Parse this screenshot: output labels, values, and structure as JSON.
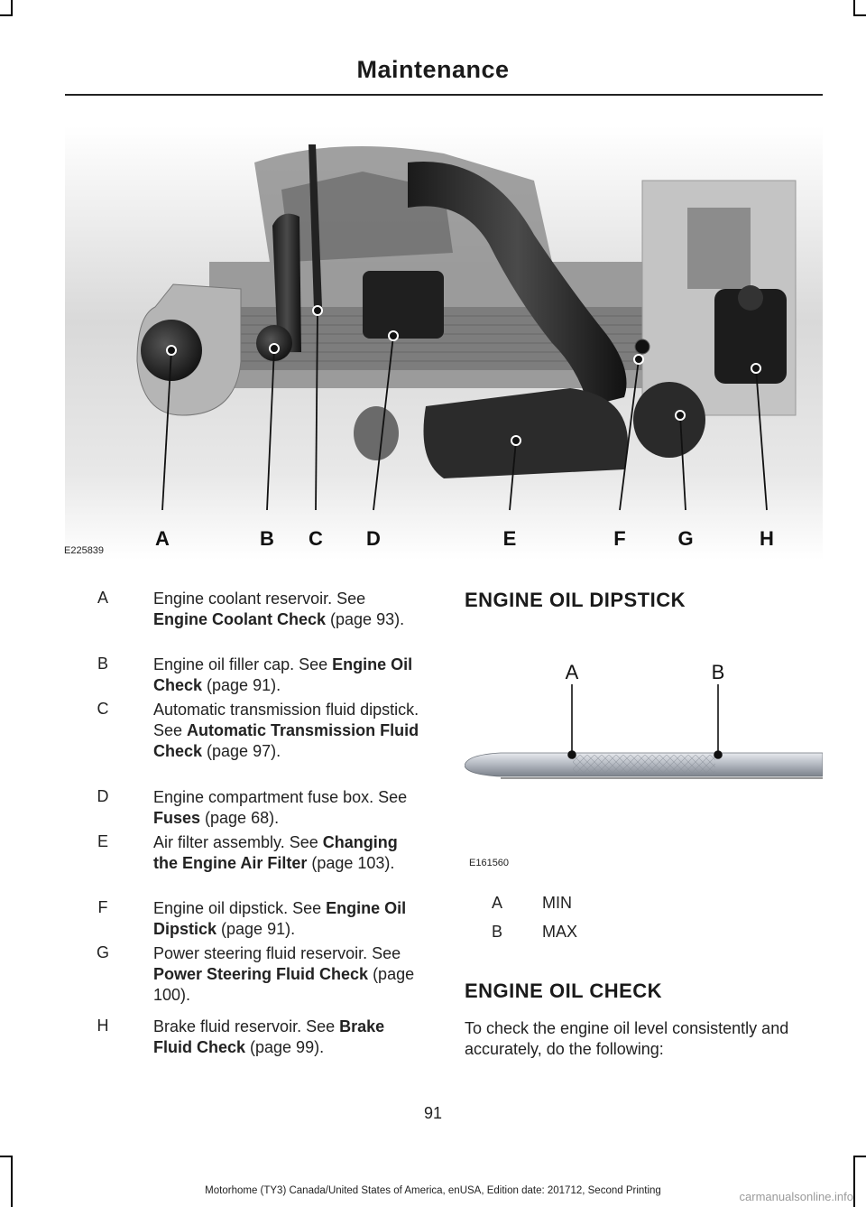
{
  "header": {
    "title": "Maintenance"
  },
  "engine_figure": {
    "code": "E225839",
    "callouts": [
      "A",
      "B",
      "C",
      "D",
      "E",
      "F",
      "G",
      "H"
    ]
  },
  "legend": [
    {
      "key": "A",
      "pre": "Engine coolant reservoir.  See ",
      "ref": "Engine Coolant Check",
      "post": " (page 93)."
    },
    {
      "key": "B",
      "pre": "Engine oil filler cap.  See ",
      "ref": "Engine Oil Check",
      "post": " (page 91)."
    },
    {
      "key": "C",
      "pre": "Automatic transmission fluid dipstick.  See ",
      "ref": "Automatic Transmission Fluid Check",
      "post": " (page 97)."
    },
    {
      "key": "D",
      "pre": "Engine compartment fuse box.  See ",
      "ref": "Fuses",
      "post": " (page 68)."
    },
    {
      "key": "E",
      "pre": "Air filter assembly.  See ",
      "ref": "Changing the Engine Air Filter",
      "post": " (page 103)."
    },
    {
      "key": "F",
      "pre": "Engine oil dipstick.  See ",
      "ref": "Engine Oil Dipstick",
      "post": " (page 91)."
    },
    {
      "key": "G",
      "pre": "Power steering fluid reservoir.  See ",
      "ref": "Power Steering Fluid Check",
      "post": " (page 100)."
    },
    {
      "key": "H",
      "pre": "Brake fluid reservoir.  See ",
      "ref": "Brake Fluid Check",
      "post": " (page 99)."
    }
  ],
  "dipstick_section": {
    "heading": "ENGINE OIL DIPSTICK",
    "figure_code": "E161560",
    "callouts": [
      "A",
      "B"
    ],
    "items": [
      {
        "key": "A",
        "label": "MIN"
      },
      {
        "key": "B",
        "label": "MAX"
      }
    ]
  },
  "check_section": {
    "heading": "ENGINE OIL CHECK",
    "paragraph": "To check the engine oil level consistently and accurately, do the following:"
  },
  "page_number": "91",
  "footer": "Motorhome (TY3) Canada/United States of America, enUSA, Edition date: 201712, Second Printing",
  "watermark": "carmanualsonline.info",
  "colors": {
    "text": "#1a1a1a",
    "rule": "#222222",
    "watermark": "#9a9a9a"
  }
}
